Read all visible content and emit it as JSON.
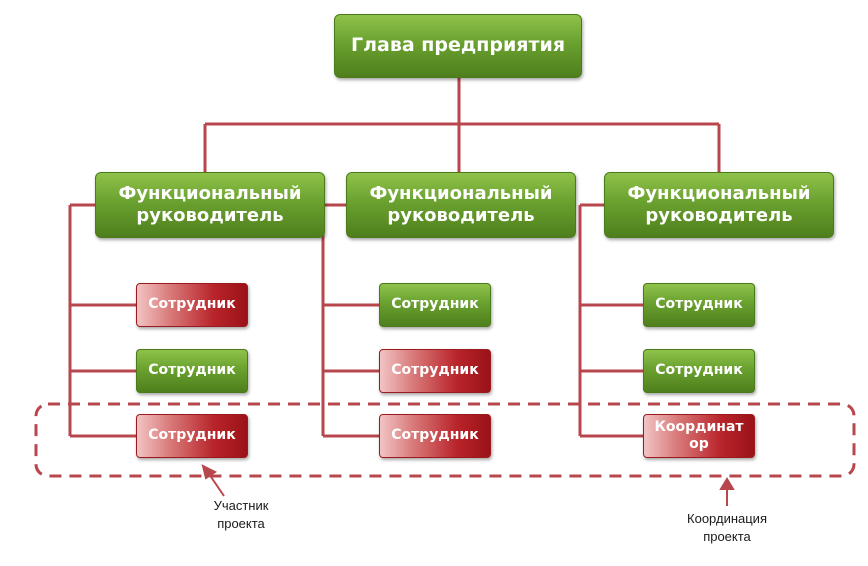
{
  "diagram": {
    "head": "Глава предприятия",
    "columns": [
      {
        "manager": "Функциональный руководитель",
        "employees": [
          {
            "label": "Сотрудник",
            "color": "red"
          },
          {
            "label": "Сотрудник",
            "color": "green"
          },
          {
            "label": "Сотрудник",
            "color": "red"
          }
        ]
      },
      {
        "manager": "Функциональный руководитель",
        "employees": [
          {
            "label": "Сотрудник",
            "color": "green"
          },
          {
            "label": "Сотрудник",
            "color": "red"
          },
          {
            "label": "Сотрудник",
            "color": "red"
          }
        ]
      },
      {
        "manager": "Функциональный руководитель",
        "employees": [
          {
            "label": "Сотрудник",
            "color": "green"
          },
          {
            "label": "Сотрудник",
            "color": "green"
          },
          {
            "label": "Координат ор",
            "color": "red"
          }
        ]
      }
    ],
    "annotations": {
      "participant": "Участник проекта",
      "coordination": "Координация проекта"
    },
    "colors": {
      "green": "#6aa12f",
      "red": "#b8242a",
      "connector": "#b8474d",
      "dashed_border": "#b8474d"
    }
  }
}
